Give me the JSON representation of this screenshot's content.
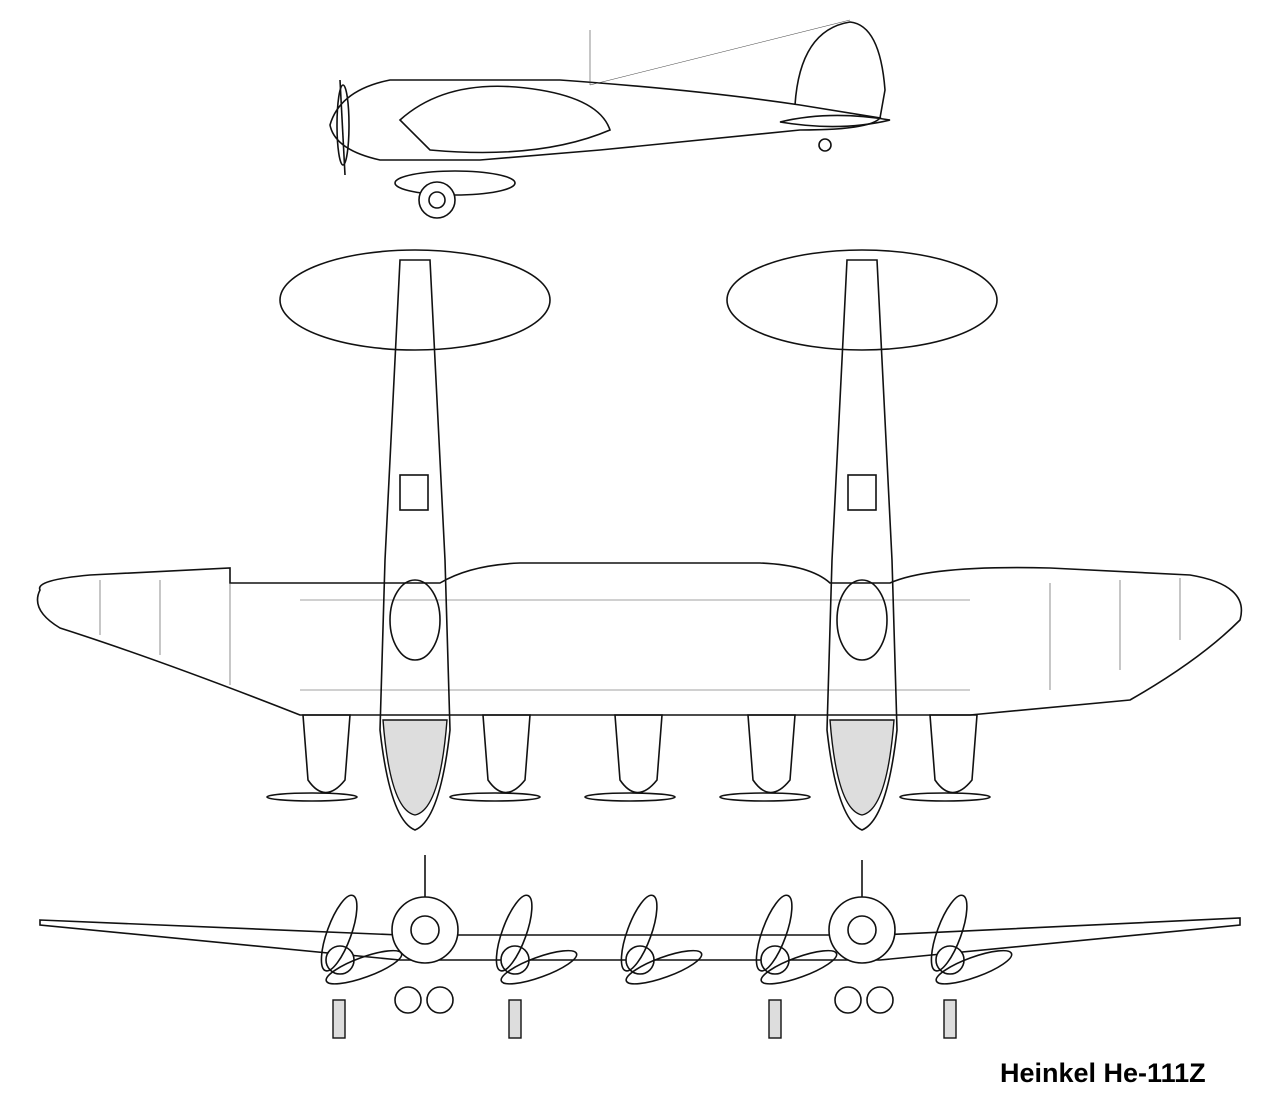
{
  "caption": "Heinkel He-111Z",
  "views": [
    "side-view",
    "top-view",
    "front-view"
  ]
}
